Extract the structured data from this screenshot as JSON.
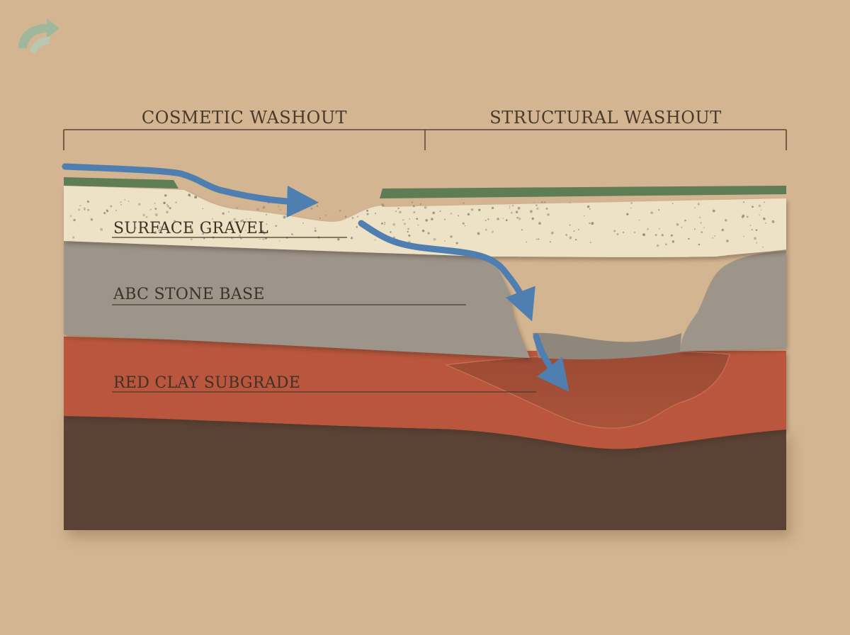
{
  "headers": {
    "cosmetic": "COSMETIC WASHOUT",
    "structural": "STRUCTURAL WASHOUT"
  },
  "layers": {
    "surface_gravel": "SURFACE GRAVEL",
    "abc_stone_base": "ABC STONE BASE",
    "red_clay_subgrade": "RED CLAY SUBGRADE"
  },
  "logo_icon": "recycling-arrows-logo-icon",
  "colors": {
    "background": "#d3b592",
    "grass": "#5e7d55",
    "gravel": "#ede2c6",
    "stone_base": "#9d948a",
    "red_clay": "#b9563d",
    "soil": "#5a4235",
    "water": "#4f7fb0",
    "text": "#3e3227"
  }
}
